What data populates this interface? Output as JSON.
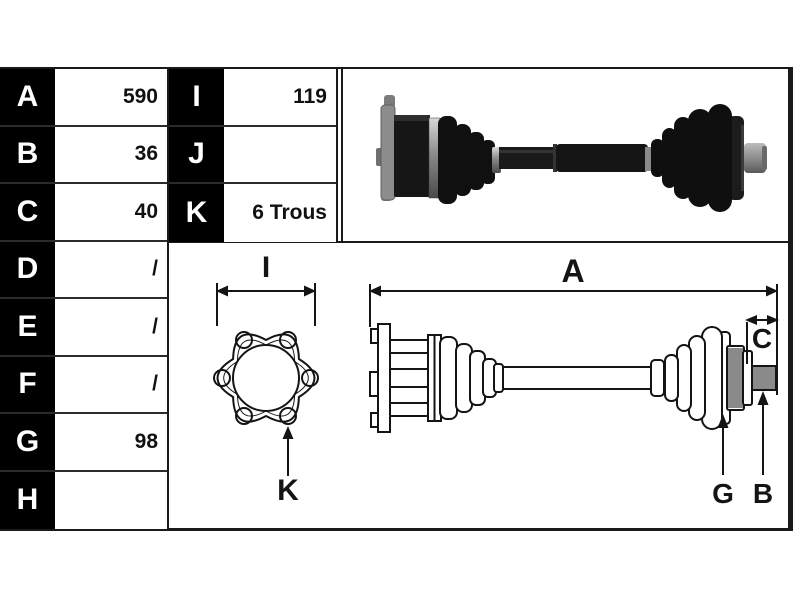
{
  "colors": {
    "cell_bg": "#000000",
    "cell_text": "#ffffff",
    "line": "#1a1a1a",
    "value_text": "#111111"
  },
  "dimension_table": {
    "rows": [
      {
        "label": "A",
        "value": "590"
      },
      {
        "label": "B",
        "value": "36"
      },
      {
        "label": "C",
        "value": "40"
      },
      {
        "label": "D",
        "value": "/"
      },
      {
        "label": "E",
        "value": "/"
      },
      {
        "label": "F",
        "value": "/"
      },
      {
        "label": "G",
        "value": "98"
      },
      {
        "label": "H",
        "value": ""
      }
    ]
  },
  "secondary_table": {
    "rows": [
      {
        "label": "I",
        "value": "119"
      },
      {
        "label": "J",
        "value": ""
      },
      {
        "label": "K",
        "value": "6 Trous"
      }
    ]
  },
  "drawing_labels": {
    "flange_width": "I",
    "bolt_holes": "K",
    "total_length": "A",
    "spline_length": "C",
    "abs_ring": "G",
    "spline_shaft": "B"
  }
}
